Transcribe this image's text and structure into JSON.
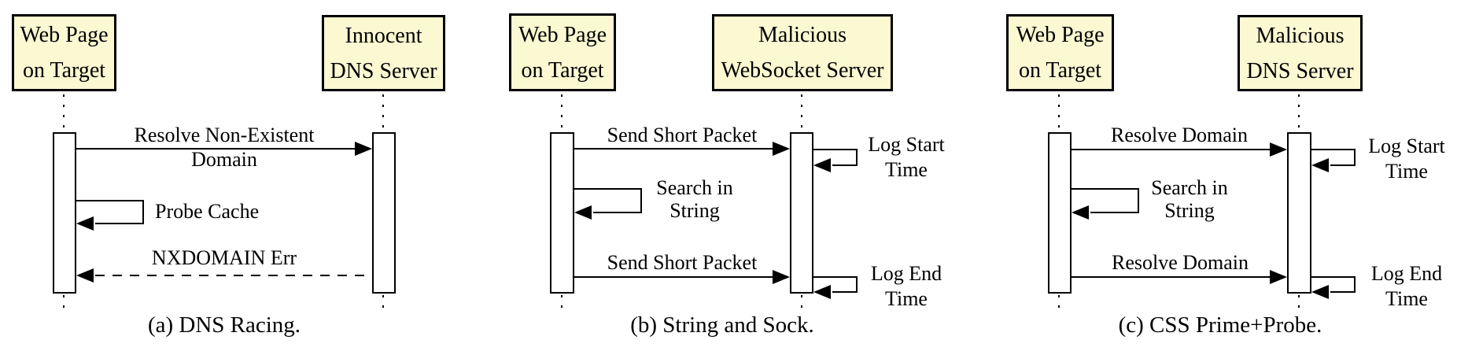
{
  "colors": {
    "background": "#ffffff",
    "actor_fill": "#fbf8d2",
    "line": "#000000"
  },
  "diagrams": {
    "a": {
      "caption": "(a) DNS Racing.",
      "actor_left_line1": "Web Page",
      "actor_left_line2": "on Target",
      "actor_right_line1": "Innocent",
      "actor_right_line2": "DNS Server",
      "msg_request_line1": "Resolve Non-Existent",
      "msg_request_line2": "Domain",
      "msg_self": "Probe Cache",
      "msg_response": "NXDOMAIN Err"
    },
    "b": {
      "caption": "(b) String and Sock.",
      "actor_left_line1": "Web Page",
      "actor_left_line2": "on Target",
      "actor_right_line1": "Malicious",
      "actor_right_line2": "WebSocket Server",
      "msg_send1": "Send Short Packet",
      "log_start_line1": "Log Start",
      "log_start_line2": "Time",
      "msg_self_line1": "Search in",
      "msg_self_line2": "String",
      "msg_send2": "Send Short Packet",
      "log_end_line1": "Log End",
      "log_end_line2": "Time"
    },
    "c": {
      "caption": "(c) CSS Prime+Probe.",
      "actor_left_line1": "Web Page",
      "actor_left_line2": "on Target",
      "actor_right_line1": "Malicious",
      "actor_right_line2": "DNS Server",
      "msg_resolve1": "Resolve Domain",
      "log_start_line1": "Log Start",
      "log_start_line2": "Time",
      "msg_self_line1": "Search in",
      "msg_self_line2": "String",
      "msg_resolve2": "Resolve Domain",
      "log_end_line1": "Log End",
      "log_end_line2": "Time"
    }
  }
}
